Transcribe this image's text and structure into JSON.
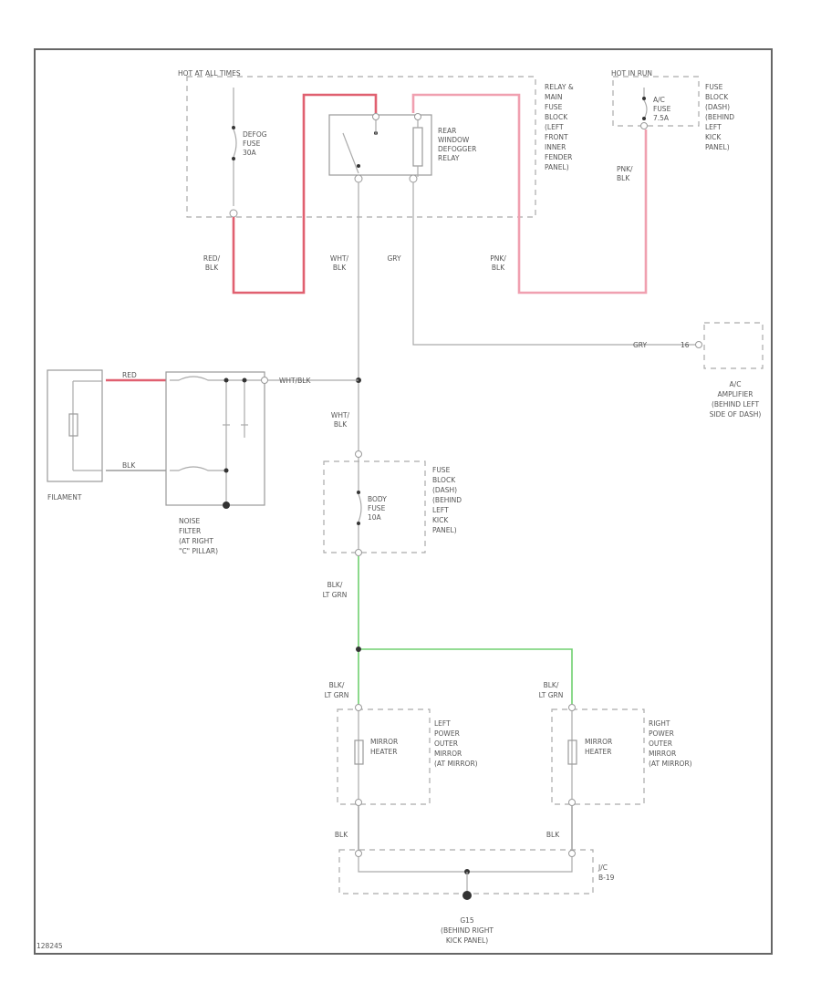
{
  "colors": {
    "red_wire": "#e06070",
    "pink_wire": "#f0a0b0",
    "green_wire": "#70d070",
    "wire": "#aaaaaa",
    "frame": "#666666"
  },
  "hot_all_times": "HOT AT ALL TIMES",
  "hot_in_run": "HOT IN RUN",
  "defog_fuse": [
    "DEFOG",
    "FUSE",
    "30A"
  ],
  "relay_label": [
    "REAR",
    "WINDOW",
    "DEFOGGER",
    "RELAY"
  ],
  "relay_box_label": [
    "RELAY &",
    "MAIN",
    "FUSE",
    "BLOCK",
    "(LEFT",
    "FRONT",
    "INNER",
    "FENDER",
    "PANEL)"
  ],
  "ac_fuse": [
    "A/C",
    "FUSE",
    "7.5A"
  ],
  "fuse_block_top": [
    "FUSE",
    "BLOCK",
    "(DASH)",
    "(BEHIND",
    "LEFT",
    "KICK",
    "PANEL)"
  ],
  "wire_pnk_blk_top": [
    "PNK/",
    "BLK"
  ],
  "wire_red_blk": [
    "RED/",
    "BLK"
  ],
  "wire_wht_blk_relay": [
    "WHT/",
    "BLK"
  ],
  "wire_gry": "GRY",
  "wire_pnk_blk_bottom": [
    "PNK/",
    "BLK"
  ],
  "wire_gry_amp": "GRY",
  "amp_pin": "16",
  "ac_amplifier": [
    "A/C",
    "AMPLIFIER",
    "(BEHIND LEFT",
    "SIDE OF DASH)"
  ],
  "wire_red_filament": "RED",
  "wire_black_filament": "BLK",
  "wire_wht_blk_filter": "WHT/BLK",
  "filament": "FILAMENT",
  "noise_filter": [
    "NOISE",
    "FILTER",
    "(AT RIGHT",
    "\"C\" PILLAR)"
  ],
  "wire_wht_blk_mid": [
    "WHT/",
    "BLK"
  ],
  "body_fuse": [
    "BODY",
    "FUSE",
    "10A"
  ],
  "fuse_block_mid": [
    "FUSE",
    "BLOCK",
    "(DASH)",
    "(BEHIND",
    "LEFT",
    "KICK",
    "PANEL)"
  ],
  "wire_blk_ltgrn_mid": [
    "BLK/",
    "LT GRN"
  ],
  "wire_blk_ltgrn_left": [
    "BLK/",
    "LT GRN"
  ],
  "wire_blk_ltgrn_right": [
    "BLK/",
    "LT GRN"
  ],
  "mirror_heater_left": [
    "MIRROR",
    "HEATER"
  ],
  "mirror_heater_right": [
    "MIRROR",
    "HEATER"
  ],
  "left_mirror": [
    "LEFT",
    "POWER",
    "OUTER",
    "MIRROR",
    "(AT MIRROR)"
  ],
  "right_mirror": [
    "RIGHT",
    "POWER",
    "OUTER",
    "MIRROR",
    "(AT MIRROR)"
  ],
  "wire_blk_left": "BLK",
  "wire_blk_right": "BLK",
  "jc_label": [
    "J/C",
    "B-19"
  ],
  "ground": [
    "G15",
    "(BEHIND RIGHT",
    "KICK PANEL)"
  ],
  "figure_id": "128245"
}
